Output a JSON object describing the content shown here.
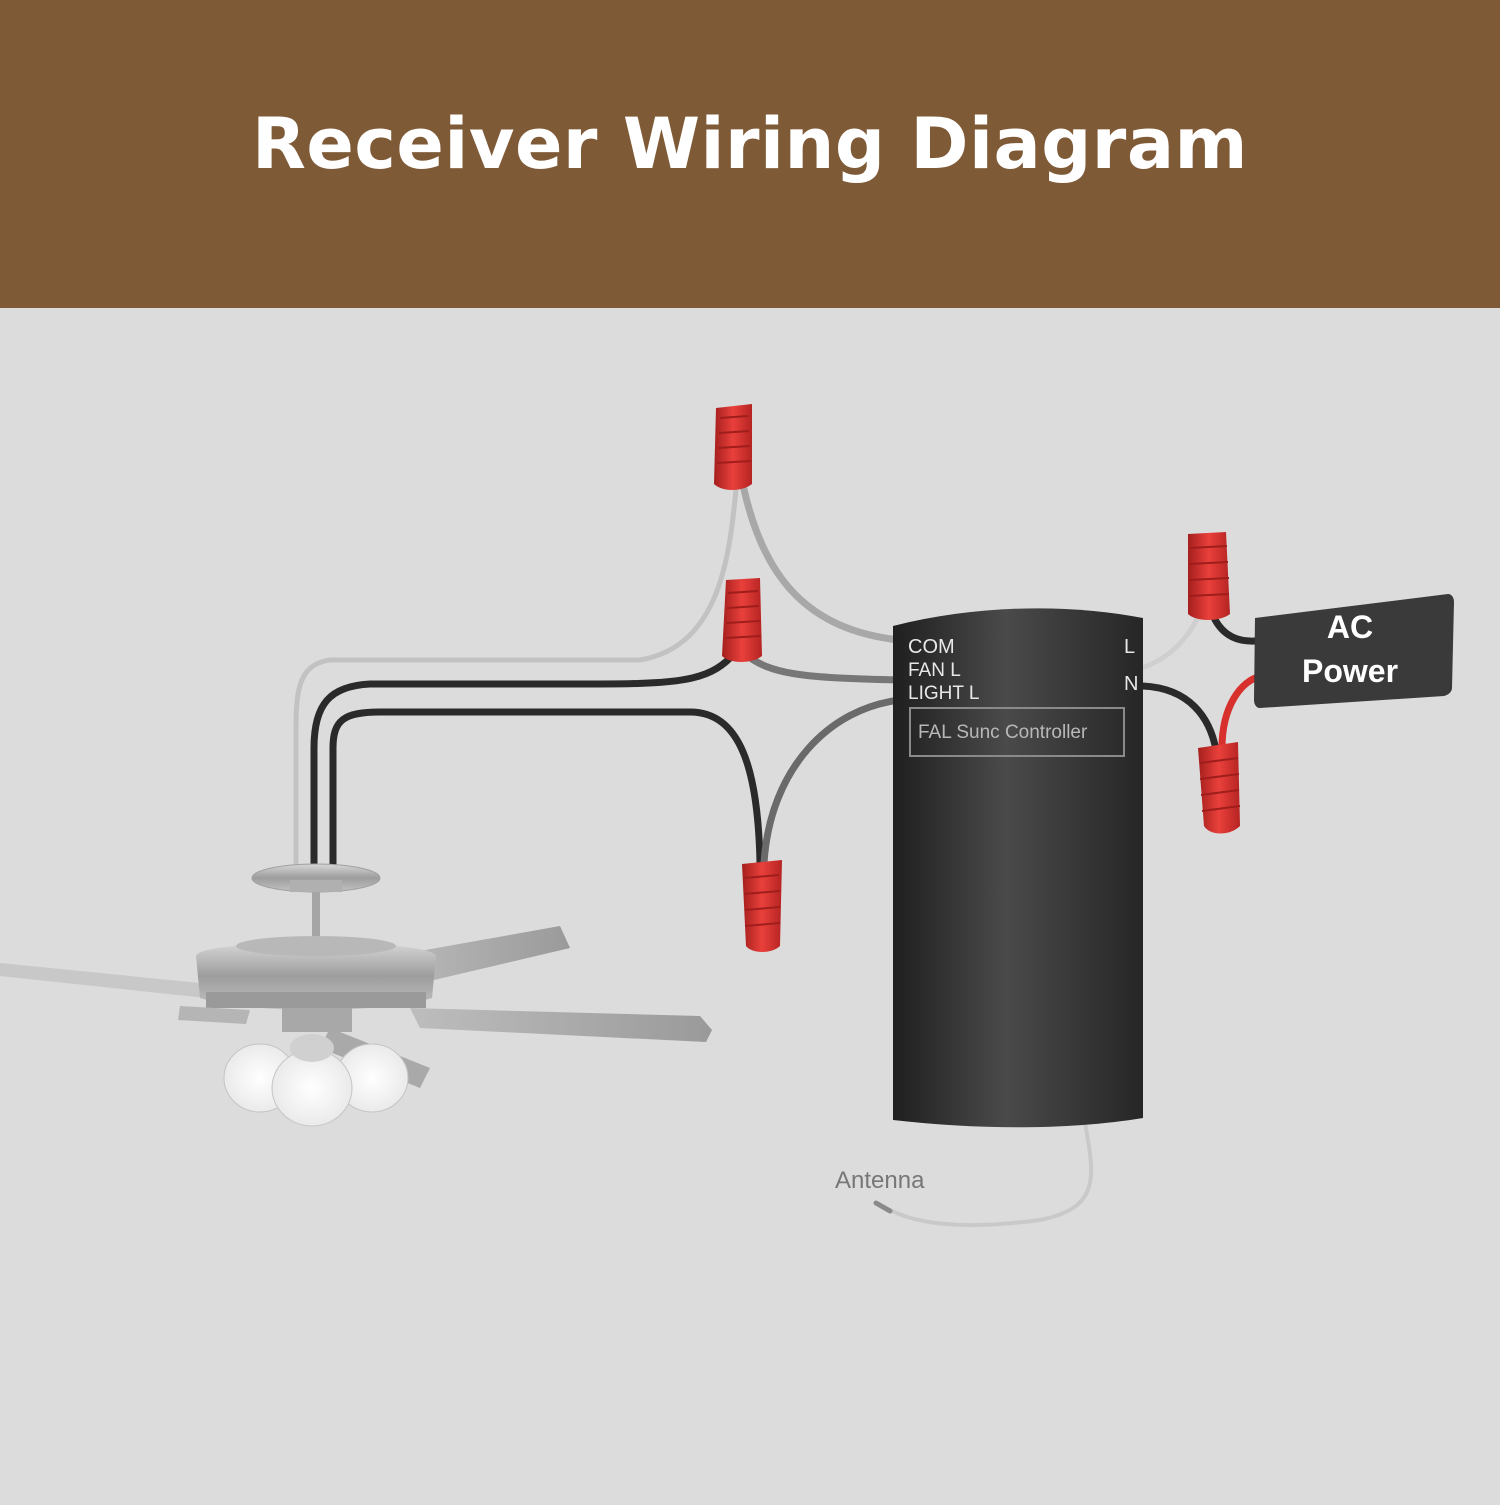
{
  "title": "Receiver Wiring Diagram",
  "controller": {
    "label": "FAL Sunc Controller",
    "terminals_left": [
      "COM",
      "FAN L",
      "LIGHT L"
    ],
    "terminals_right": [
      "L",
      "N"
    ]
  },
  "power": {
    "line1": "AC",
    "line2": "Power"
  },
  "antenna_label": "Antenna",
  "colors": {
    "header_bg": "#7f5a36",
    "background": "#dcdcdd",
    "wire_nut": "#d8302c",
    "controller_body": "#2c2c2c",
    "wire_black": "#2a2a2a",
    "wire_gray": "#b0b0b0",
    "wire_red": "#d8302c"
  }
}
